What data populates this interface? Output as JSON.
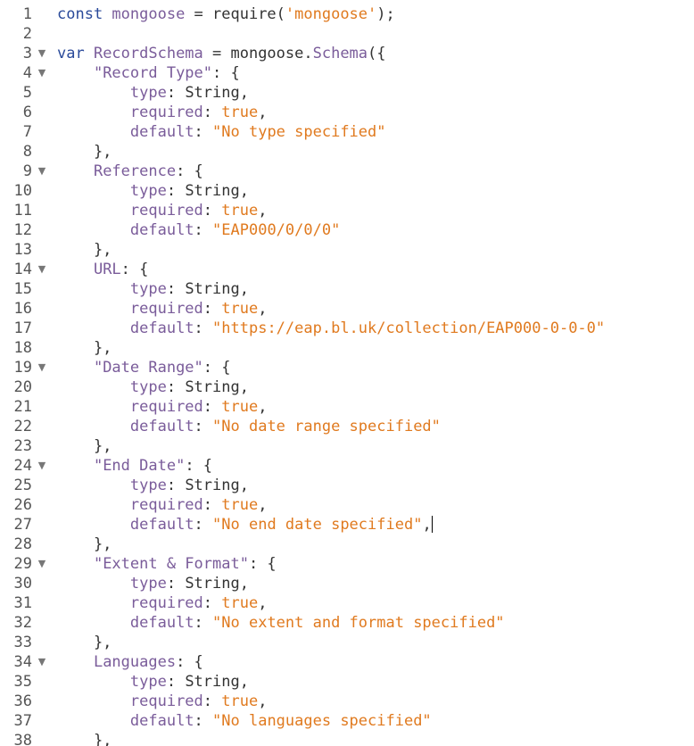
{
  "colors": {
    "keyword": "#2a4a9a",
    "variable": "#7a5c9a",
    "string": "#e07a1f",
    "text": "#333333",
    "gutter": "#555555"
  },
  "lines": [
    {
      "n": "1",
      "fold": false,
      "tokens": [
        [
          "keyword",
          "const "
        ],
        [
          "variable",
          "mongoose"
        ],
        [
          "default",
          " = require("
        ],
        [
          "string",
          "'mongoose'"
        ],
        [
          "default",
          ");"
        ]
      ]
    },
    {
      "n": "2",
      "fold": false,
      "tokens": []
    },
    {
      "n": "3",
      "fold": true,
      "tokens": [
        [
          "keyword",
          "var "
        ],
        [
          "variable",
          "RecordSchema"
        ],
        [
          "default",
          " = mongoose."
        ],
        [
          "method",
          "Schema"
        ],
        [
          "default",
          "({"
        ]
      ]
    },
    {
      "n": "4",
      "fold": true,
      "tokens": [
        [
          "default",
          "    "
        ],
        [
          "key",
          "\"Record Type\""
        ],
        [
          "default",
          ": {"
        ]
      ]
    },
    {
      "n": "5",
      "fold": false,
      "tokens": [
        [
          "default",
          "        "
        ],
        [
          "prop",
          "type"
        ],
        [
          "default",
          ": String,"
        ]
      ]
    },
    {
      "n": "6",
      "fold": false,
      "tokens": [
        [
          "default",
          "        "
        ],
        [
          "prop",
          "required"
        ],
        [
          "default",
          ": "
        ],
        [
          "bool",
          "true"
        ],
        [
          "default",
          ","
        ]
      ]
    },
    {
      "n": "7",
      "fold": false,
      "tokens": [
        [
          "default",
          "        "
        ],
        [
          "prop",
          "default"
        ],
        [
          "default",
          ": "
        ],
        [
          "string",
          "\"No type specified\""
        ]
      ]
    },
    {
      "n": "8",
      "fold": false,
      "tokens": [
        [
          "default",
          "    },"
        ]
      ]
    },
    {
      "n": "9",
      "fold": true,
      "tokens": [
        [
          "default",
          "    "
        ],
        [
          "key",
          "Reference"
        ],
        [
          "default",
          ": {"
        ]
      ]
    },
    {
      "n": "10",
      "fold": false,
      "tokens": [
        [
          "default",
          "        "
        ],
        [
          "prop",
          "type"
        ],
        [
          "default",
          ": String,"
        ]
      ]
    },
    {
      "n": "11",
      "fold": false,
      "tokens": [
        [
          "default",
          "        "
        ],
        [
          "prop",
          "required"
        ],
        [
          "default",
          ": "
        ],
        [
          "bool",
          "true"
        ],
        [
          "default",
          ","
        ]
      ]
    },
    {
      "n": "12",
      "fold": false,
      "tokens": [
        [
          "default",
          "        "
        ],
        [
          "prop",
          "default"
        ],
        [
          "default",
          ": "
        ],
        [
          "string",
          "\"EAP000/0/0/0\""
        ]
      ]
    },
    {
      "n": "13",
      "fold": false,
      "tokens": [
        [
          "default",
          "    },"
        ]
      ]
    },
    {
      "n": "14",
      "fold": true,
      "tokens": [
        [
          "default",
          "    "
        ],
        [
          "key",
          "URL"
        ],
        [
          "default",
          ": {"
        ]
      ]
    },
    {
      "n": "15",
      "fold": false,
      "tokens": [
        [
          "default",
          "        "
        ],
        [
          "prop",
          "type"
        ],
        [
          "default",
          ": String,"
        ]
      ]
    },
    {
      "n": "16",
      "fold": false,
      "tokens": [
        [
          "default",
          "        "
        ],
        [
          "prop",
          "required"
        ],
        [
          "default",
          ": "
        ],
        [
          "bool",
          "true"
        ],
        [
          "default",
          ","
        ]
      ]
    },
    {
      "n": "17",
      "fold": false,
      "tokens": [
        [
          "default",
          "        "
        ],
        [
          "prop",
          "default"
        ],
        [
          "default",
          ": "
        ],
        [
          "string",
          "\"https://eap.bl.uk/collection/EAP000-0-0-0\""
        ]
      ]
    },
    {
      "n": "18",
      "fold": false,
      "tokens": [
        [
          "default",
          "    },"
        ]
      ]
    },
    {
      "n": "19",
      "fold": true,
      "tokens": [
        [
          "default",
          "    "
        ],
        [
          "key",
          "\"Date Range\""
        ],
        [
          "default",
          ": {"
        ]
      ]
    },
    {
      "n": "20",
      "fold": false,
      "tokens": [
        [
          "default",
          "        "
        ],
        [
          "prop",
          "type"
        ],
        [
          "default",
          ": String,"
        ]
      ]
    },
    {
      "n": "21",
      "fold": false,
      "tokens": [
        [
          "default",
          "        "
        ],
        [
          "prop",
          "required"
        ],
        [
          "default",
          ": "
        ],
        [
          "bool",
          "true"
        ],
        [
          "default",
          ","
        ]
      ]
    },
    {
      "n": "22",
      "fold": false,
      "tokens": [
        [
          "default",
          "        "
        ],
        [
          "prop",
          "default"
        ],
        [
          "default",
          ": "
        ],
        [
          "string",
          "\"No date range specified\""
        ]
      ]
    },
    {
      "n": "23",
      "fold": false,
      "tokens": [
        [
          "default",
          "    },"
        ]
      ]
    },
    {
      "n": "24",
      "fold": true,
      "tokens": [
        [
          "default",
          "    "
        ],
        [
          "key",
          "\"End Date\""
        ],
        [
          "default",
          ": {"
        ]
      ]
    },
    {
      "n": "25",
      "fold": false,
      "tokens": [
        [
          "default",
          "        "
        ],
        [
          "prop",
          "type"
        ],
        [
          "default",
          ": String,"
        ]
      ]
    },
    {
      "n": "26",
      "fold": false,
      "tokens": [
        [
          "default",
          "        "
        ],
        [
          "prop",
          "required"
        ],
        [
          "default",
          ": "
        ],
        [
          "bool",
          "true"
        ],
        [
          "default",
          ","
        ]
      ]
    },
    {
      "n": "27",
      "fold": false,
      "cursor": true,
      "tokens": [
        [
          "default",
          "        "
        ],
        [
          "prop",
          "default"
        ],
        [
          "default",
          ": "
        ],
        [
          "string",
          "\"No end date specified\""
        ],
        [
          "default",
          ","
        ]
      ]
    },
    {
      "n": "28",
      "fold": false,
      "tokens": [
        [
          "default",
          "    },"
        ]
      ]
    },
    {
      "n": "29",
      "fold": true,
      "tokens": [
        [
          "default",
          "    "
        ],
        [
          "key",
          "\"Extent & Format\""
        ],
        [
          "default",
          ": {"
        ]
      ]
    },
    {
      "n": "30",
      "fold": false,
      "tokens": [
        [
          "default",
          "        "
        ],
        [
          "prop",
          "type"
        ],
        [
          "default",
          ": String,"
        ]
      ]
    },
    {
      "n": "31",
      "fold": false,
      "tokens": [
        [
          "default",
          "        "
        ],
        [
          "prop",
          "required"
        ],
        [
          "default",
          ": "
        ],
        [
          "bool",
          "true"
        ],
        [
          "default",
          ","
        ]
      ]
    },
    {
      "n": "32",
      "fold": false,
      "tokens": [
        [
          "default",
          "        "
        ],
        [
          "prop",
          "default"
        ],
        [
          "default",
          ": "
        ],
        [
          "string",
          "\"No extent and format specified\""
        ]
      ]
    },
    {
      "n": "33",
      "fold": false,
      "tokens": [
        [
          "default",
          "    },"
        ]
      ]
    },
    {
      "n": "34",
      "fold": true,
      "tokens": [
        [
          "default",
          "    "
        ],
        [
          "key",
          "Languages"
        ],
        [
          "default",
          ": {"
        ]
      ]
    },
    {
      "n": "35",
      "fold": false,
      "tokens": [
        [
          "default",
          "        "
        ],
        [
          "prop",
          "type"
        ],
        [
          "default",
          ": String,"
        ]
      ]
    },
    {
      "n": "36",
      "fold": false,
      "tokens": [
        [
          "default",
          "        "
        ],
        [
          "prop",
          "required"
        ],
        [
          "default",
          ": "
        ],
        [
          "bool",
          "true"
        ],
        [
          "default",
          ","
        ]
      ]
    },
    {
      "n": "37",
      "fold": false,
      "tokens": [
        [
          "default",
          "        "
        ],
        [
          "prop",
          "default"
        ],
        [
          "default",
          ": "
        ],
        [
          "string",
          "\"No languages specified\""
        ]
      ]
    },
    {
      "n": "38",
      "fold": false,
      "tokens": [
        [
          "default",
          "    },"
        ]
      ]
    }
  ]
}
